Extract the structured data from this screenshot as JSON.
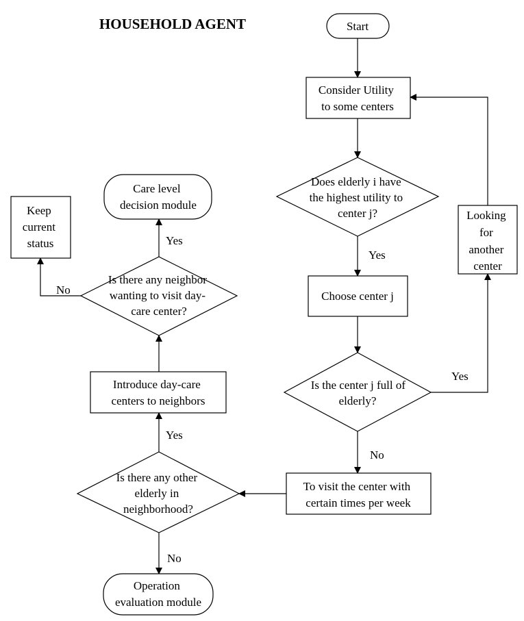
{
  "title": "HOUSEHOLD AGENT",
  "nodes": {
    "start": [
      "Start"
    ],
    "consider_utility": [
      "Consider Utility",
      "to some centers"
    ],
    "highest_utility": [
      "Does elderly i have",
      "the highest utility to",
      "center j?"
    ],
    "choose_center": [
      "Choose center j"
    ],
    "center_full": [
      "Is the center j full of",
      "elderly?"
    ],
    "looking_another": [
      "Looking",
      "for",
      "another",
      "center"
    ],
    "visit_center": [
      "To visit the center with",
      "certain times per week"
    ],
    "other_elderly": [
      "Is there any other",
      "elderly in",
      "neighborhood?"
    ],
    "operation_eval": [
      "Operation",
      "evaluation module"
    ],
    "introduce_centers": [
      "Introduce day-care",
      "centers to neighbors"
    ],
    "neighbor_wanting": [
      "Is there any neighbor",
      "wanting to visit day-",
      "care center?"
    ],
    "care_level": [
      "Care level",
      "decision module"
    ],
    "keep_status": [
      "Keep",
      "current",
      "status"
    ]
  },
  "edge_labels": {
    "highest_yes": "Yes",
    "full_yes": "Yes",
    "full_no": "No",
    "other_yes": "Yes",
    "other_no": "No",
    "neighbor_yes": "Yes",
    "neighbor_no": "No"
  }
}
